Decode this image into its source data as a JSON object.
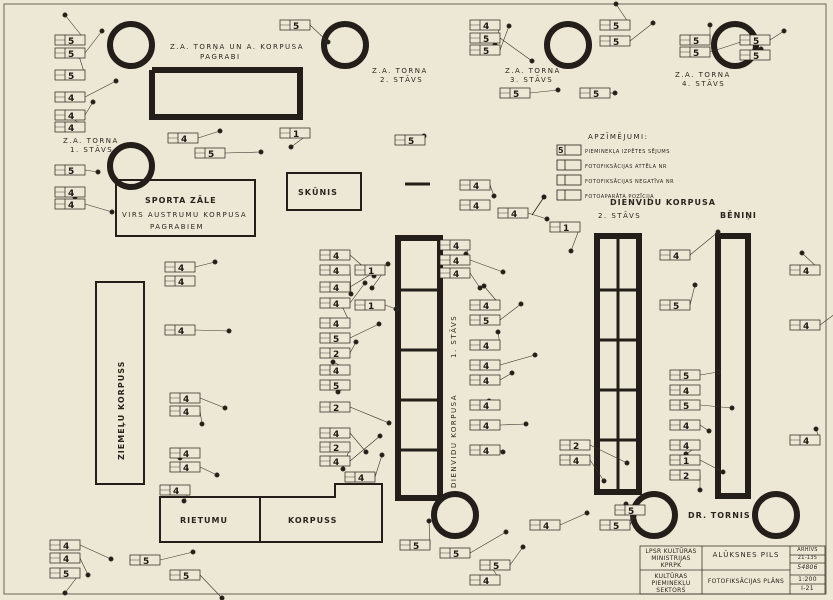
{
  "drawing": {
    "labels": {
      "tower_basement": "Z.A. TORŅA UN A. KORPUSA",
      "tower_basement_2": "PAGRABI",
      "tower_2": "Z.A. TORNA",
      "tower_2b": "2. STĀVS",
      "tower_3": "Z.A. TORNA",
      "tower_3b": "3. STĀVS",
      "tower_4": "Z.A. TORNA",
      "tower_4b": "4. STĀVS",
      "tower_1": "Z.A. TORNA",
      "tower_1b": "1. STĀVS",
      "sports_hall": "SPORTA ZĀLE",
      "sports_hall_2": "VIRS AUSTRUMU KORPUSA",
      "sports_hall_3": "PAGRABIEM",
      "shed": "SKŪNIS",
      "north_wing": "ZIEMEĻU KORPUSS",
      "west_wing": "RIETUMU",
      "west_wing_2": "KORPUSS",
      "south_wing_1": "DIENVIDU KORPUSA",
      "south_wing_1b": "1. STĀVS",
      "south_wing_2": "DIENVIDU KORPUSA",
      "south_wing_2b": "2. STĀVS",
      "south_attic": "BĒNIŅI",
      "south_tower": "DR. TORNIS"
    },
    "legend": {
      "title": "APZĪMĒJUMI:",
      "sample_number": "5",
      "items": [
        "PIEMINEKĻA IZPĒTES SĒJUMS",
        "FOTOFIKSĀCIJAS ATTĒLA NR",
        "FOTOFIKSĀCIJAS NEGATĪVA NR",
        "FOTOAPARĀTA POZĪCIJA"
      ]
    },
    "title_block": {
      "org": "LPSR KULTŪRAS MINISTRIJAS KPRPK",
      "org_dept": "KULTŪRAS PIEMINEKĻU SEKTORS",
      "object": "ALŪKSNES PILS",
      "sheet_title": "FOTOFIKSĀCIJAS PLĀNS",
      "archive": "ARHĪVS",
      "archive_no": "21-135",
      "inventory": "54806",
      "scale": "1:200",
      "sheet": "I-21"
    },
    "markers": [
      "5",
      "5",
      "5",
      "4",
      "4",
      "4",
      "4",
      "5",
      "5",
      "5",
      "4",
      "4",
      "4",
      "1",
      "5",
      "4",
      "5",
      "5",
      "5",
      "5",
      "5",
      "5",
      "5",
      "5",
      "5",
      "5",
      "4",
      "4",
      "4",
      "4",
      "4",
      "1",
      "4",
      "4",
      "4",
      "4",
      "4",
      "5",
      "2",
      "4",
      "4",
      "4",
      "4",
      "1",
      "5",
      "4",
      "4",
      "2",
      "4",
      "2",
      "4",
      "4",
      "4",
      "5",
      "4",
      "4",
      "4",
      "4",
      "4",
      "4",
      "4",
      "4",
      "4",
      "4",
      "4",
      "5",
      "5",
      "5",
      "5",
      "5",
      "4",
      "4",
      "5",
      "5",
      "5",
      "4",
      "5",
      "4",
      "4",
      "1",
      "2",
      "2",
      "4",
      "1",
      "4",
      "5",
      "4",
      "4",
      "4",
      "5"
    ]
  }
}
